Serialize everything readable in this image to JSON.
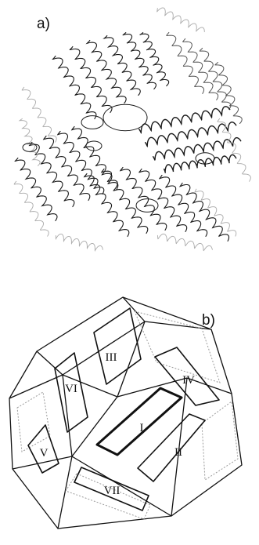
{
  "panels": {
    "a": {
      "label": "a)"
    },
    "b": {
      "label": "b)",
      "faces": {
        "I": "I",
        "II": "II",
        "III": "III",
        "IV": "IV",
        "V": "V",
        "VI": "VI",
        "VII": "VII"
      }
    }
  },
  "colors": {
    "ink": "#111111",
    "faint": "#9a9a9a",
    "background": "#ffffff"
  }
}
